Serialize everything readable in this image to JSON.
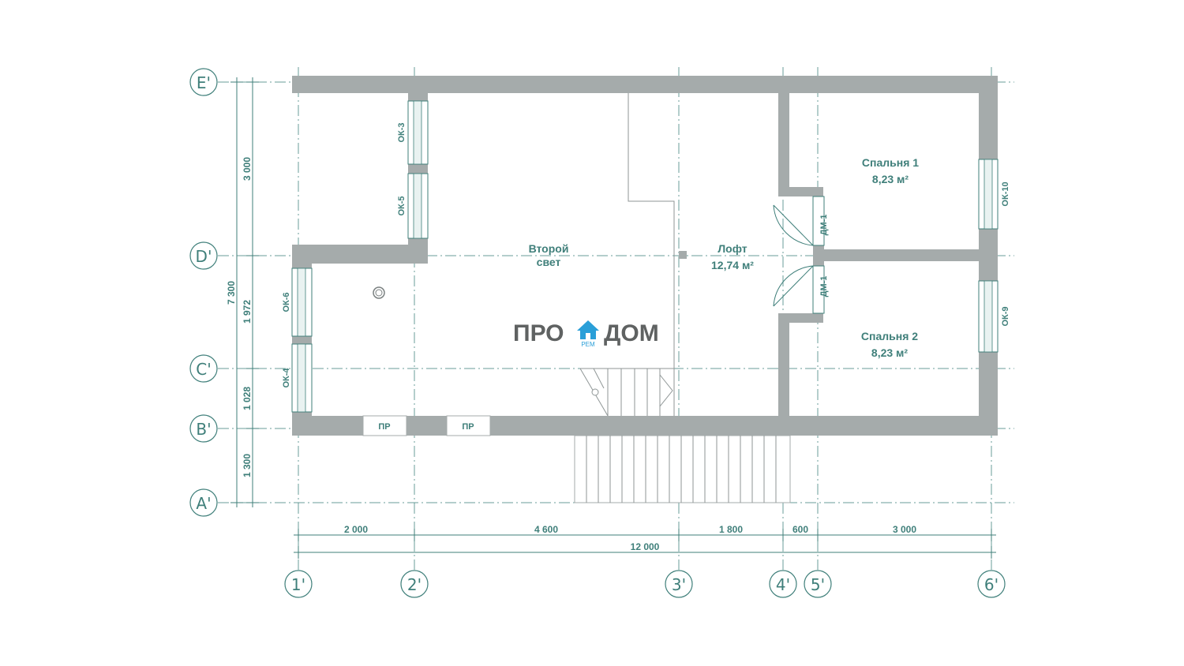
{
  "grid": {
    "rows": [
      "E'",
      "D'",
      "C'",
      "B'",
      "A'"
    ],
    "cols": [
      "1'",
      "2'",
      "3'",
      "4'",
      "5'",
      "6'"
    ]
  },
  "dims": {
    "horizontal": [
      "2 000",
      "4 600",
      "1 800",
      "600",
      "3 000"
    ],
    "total_h": "12 000",
    "vertical": [
      "3 000",
      "1 972",
      "1 028",
      "1 300"
    ],
    "total_v": "7 300"
  },
  "rooms": {
    "second_light": [
      "Второй",
      "свет"
    ],
    "loft": {
      "name": "Лофт",
      "area": "12,74 м²"
    },
    "bed1": {
      "name": "Спальня 1",
      "area": "8,23 м²"
    },
    "bed2": {
      "name": "Спальня 2",
      "area": "8,23 м²"
    }
  },
  "windows": [
    "ОК-3",
    "ОК-5",
    "ОК-6",
    "ОК-4",
    "ОК-10",
    "ОК-9"
  ],
  "doors": [
    "ДМ-1",
    "ДМ-1"
  ],
  "openings": [
    "ПР",
    "ПР"
  ],
  "logo": {
    "left": "ПРО",
    "right": "ДОМ",
    "sub": "РЕМ",
    "icon": "house-icon",
    "icon_color": "#2a9fd8"
  },
  "colors": {
    "line": "#3f7f7a",
    "wall": "#a5abab"
  }
}
